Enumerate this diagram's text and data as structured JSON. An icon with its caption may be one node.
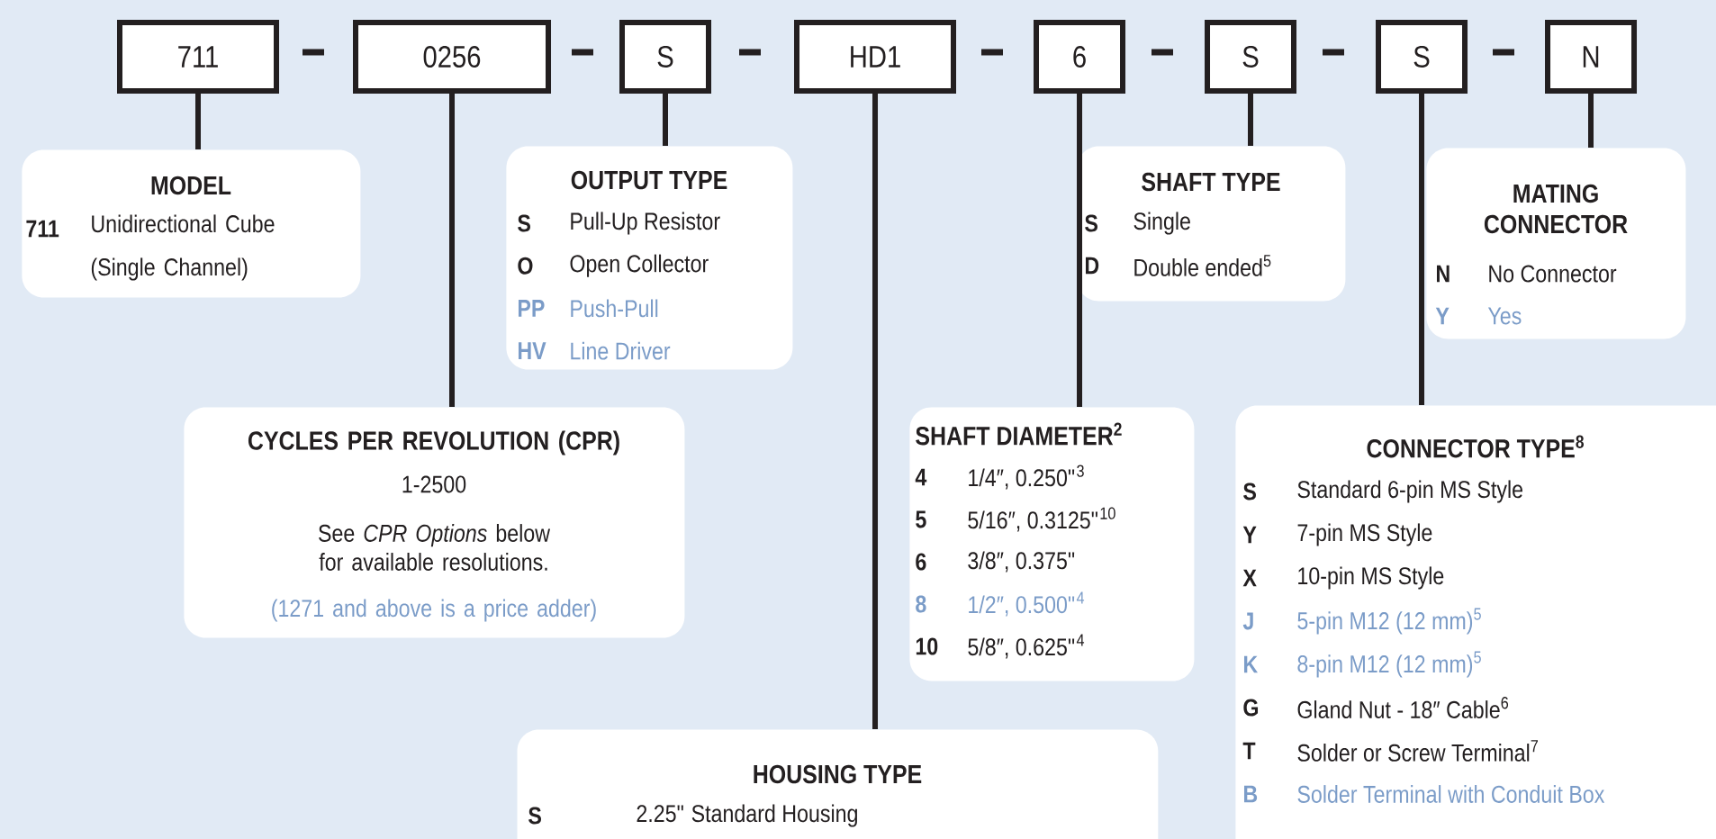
{
  "diagram": {
    "nodes": [
      {
        "text": [
          "711"
        ]
      },
      {
        "text": [
          "0256"
        ]
      },
      {
        "text": [
          "S"
        ]
      },
      {
        "text": [
          "HD1"
        ]
      },
      {
        "text": [
          "6"
        ]
      },
      {
        "text": [
          "S"
        ]
      },
      {
        "text": [
          "S"
        ]
      },
      {
        "text": [
          "N"
        ]
      },
      {
        "text": [
          "MODEL",
          "711",
          "Unidirectional Cube (Single Channel)"
        ]
      },
      {
        "text": [
          "OUTPUT TYPE",
          "S",
          "Pull-Up Resistor",
          "O",
          "Open Collector",
          "PP",
          "Push-Pull",
          "HV",
          "Line Driver"
        ]
      },
      {
        "text": [
          "CYCLES PER REVOLUTION (CPR)",
          "1-2500",
          "See *CPR Options* below for available resolutions.",
          "(1271 and above is a price adder)"
        ]
      },
      {
        "text": [
          "SHAFT TYPE",
          "S",
          "Single",
          "D",
          "Double ended$^{5}$"
        ]
      },
      {
        "text": [
          "MATING CONNECTOR",
          "N",
          "No Connector",
          "Y",
          "Yes"
        ]
      },
      {
        "text": [
          "SHAFT DIAMETER$^{2}$",
          "4",
          "1/4″, 0.250\"$^{3}$",
          "5",
          "5/16″, 0.3125\"$^{10}$",
          "6",
          "3/8″, 0.375\"",
          "8",
          "1/2″, 0.500\"$^{4}$",
          "10",
          "5/8″, 0.625\"$^{4}$"
        ]
      },
      {
        "text": [
          "CONNECTOR TYPE$^{8}$",
          "S",
          "Standard 6-pin MS Style",
          "Y",
          "7-pin MS Style",
          "X",
          "10-pin MS Style",
          "J",
          "5-pin M12 (12 mm)$^{5}$",
          "K",
          "8-pin M12 (12 mm)$^{5}$",
          "G",
          "Gland Nut - 18″ Cable$^{6}$",
          "T",
          "Solder or Screw Terminal$^{7}$",
          "B",
          "Solder Terminal with Conduit Box"
        ]
      },
      {
        "text": [
          "HOUSING TYPE",
          "S",
          "2.25\" Standard Housing"
        ]
      }
    ],
    "edges": [
      {
        "from": 0,
        "to": 8,
        "arrow": "none"
      },
      {
        "from": 1,
        "to": 10,
        "arrow": "none"
      },
      {
        "from": 2,
        "to": 9,
        "arrow": "none"
      },
      {
        "from": 3,
        "to": 15,
        "arrow": "none"
      },
      {
        "from": 4,
        "to": 13,
        "arrow": "none"
      },
      {
        "from": 5,
        "to": 11,
        "arrow": "none"
      },
      {
        "from": 6,
        "to": 14,
        "arrow": "none"
      },
      {
        "from": 7,
        "to": 12,
        "arrow": "none"
      }
    ]
  }
}
